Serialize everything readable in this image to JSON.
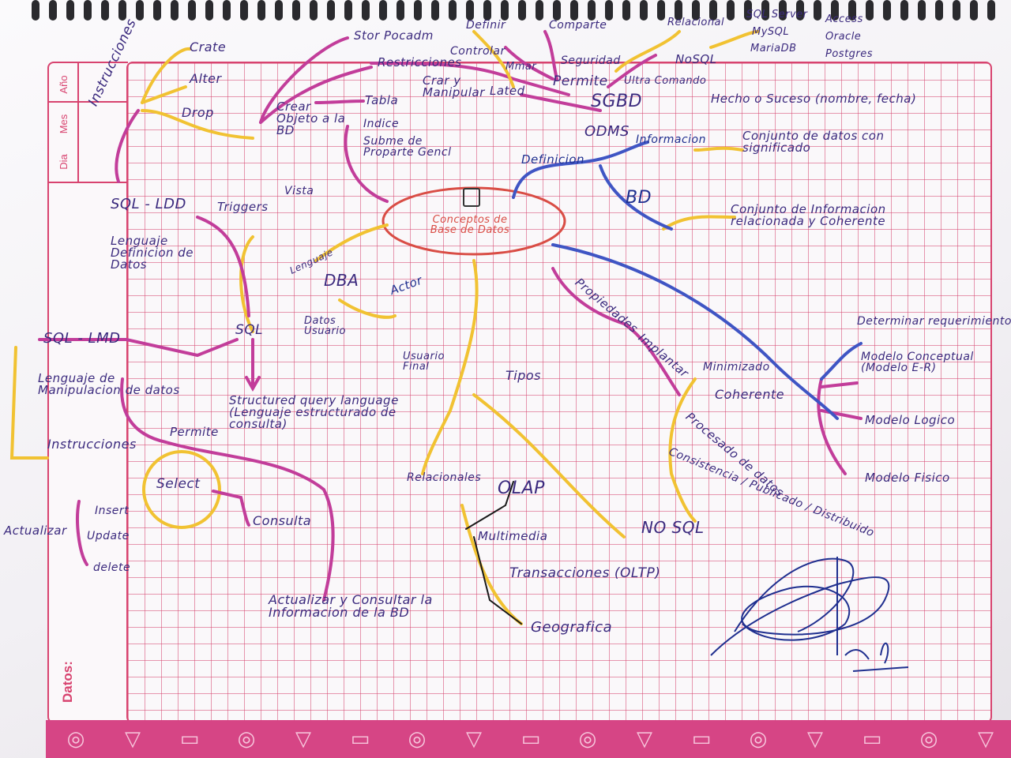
{
  "sheet": {
    "header_labels": {
      "dia": "Dia",
      "mes": "Mes",
      "ano": "Año"
    },
    "footer_label": "Datos:"
  },
  "mindmap": {
    "center": "Conceptos de Base de Datos",
    "top_left": {
      "instrucciones": "Instrucciones",
      "create": "Crate",
      "alter": "Alter",
      "drop": "Drop",
      "sql_ldd": "SQL - LDD",
      "lenguaje_ddl": "Lenguaje Definicion de Datos",
      "crear_objetos": "Crear Objeto a la BD",
      "triggers": "Triggers",
      "vista": "Vista",
      "store_procedure": "Stor Pocadm",
      "restricciones": "Restricciones",
      "tabla": "Tabla",
      "indice": "Indice",
      "subme": "Subme de Proparte Gencl"
    },
    "top_center": {
      "definir": "Definir",
      "controlar": "Controlar",
      "crear_manipular": "Crar y Manipular",
      "mmar": "Mmar",
      "lated": "Lated",
      "comparte": "Comparte",
      "seguridad": "Seguridad",
      "permite": "Permite",
      "sgbd": "SGBD",
      "odms": "ODMS"
    },
    "top_right": {
      "relacional": "Relacional",
      "sql_server": "SQL Server",
      "mysql": "MySQL",
      "mariadb": "MariaDB",
      "access": "Access",
      "oracle": "Oracle",
      "postgres": "Postgres",
      "no_sql": "NoSQL",
      "ultra_comando": "Ultra Comando",
      "hecho": "Hecho o Suceso (nombre, fecha)",
      "informacion": "Informacion",
      "definicion": "Definicion",
      "conjunto_datos": "Conjunto de datos con significado",
      "bd": "BD",
      "conjunto_info": "Conjunto de Informacion relacionada y Coherente"
    },
    "bottom_right": {
      "propiedades": "Propiedades",
      "implantar": "Implantar",
      "minimizado": "Minimizado",
      "coherente": "Coherente",
      "procesado": "Procesado de datos",
      "consistencia": "Consistencia / Publicado / Distribuido",
      "determinar": "Determinar requerimientos",
      "conceptual": "Modelo Conceptual (Modelo E-R)",
      "logico": "Modelo Logico",
      "fisico": "Modelo Fisico"
    },
    "bottom_center": {
      "tipos": "Tipos",
      "relacionales": "Relacionales",
      "olap": "OLAP",
      "multimedia": "Multimedia",
      "transacciones": "Transacciones (OLTP)",
      "geografica": "Geografica",
      "nosql": "NO SQL"
    },
    "bottom_left": {
      "lenguaje": "Lenguaje",
      "dba": "DBA",
      "actor": "Actor",
      "datos_usuario": "Datos Usuario",
      "usuario_final": "Usuario Final",
      "sql": "SQL",
      "sql_lmd": "SQL - LMD",
      "lenguaje_manipulacion": "Lenguaje de Manipulacion de datos",
      "instrucciones": "Instrucciones",
      "structured": "Structured query language (Lenguaje estructurado de consulta)",
      "permite": "Permite",
      "select": "Select",
      "consulta": "Consulta",
      "actualizar": "Actualizar",
      "insert": "Insert",
      "update": "Update",
      "delete": "delete",
      "actualizar_consultar": "Actualizar y Consultar la Informacion de la BD"
    }
  },
  "colors": {
    "paper_grid": "#d8436f",
    "ink_purple": "#3b2a7e",
    "ink_red": "#d94d45",
    "ink_blue": "#1f2f8f",
    "pencil_yellow": "#f1c232",
    "pencil_magenta": "#c23d9a",
    "pencil_blue": "#3f55c4",
    "band": "#d64585"
  }
}
